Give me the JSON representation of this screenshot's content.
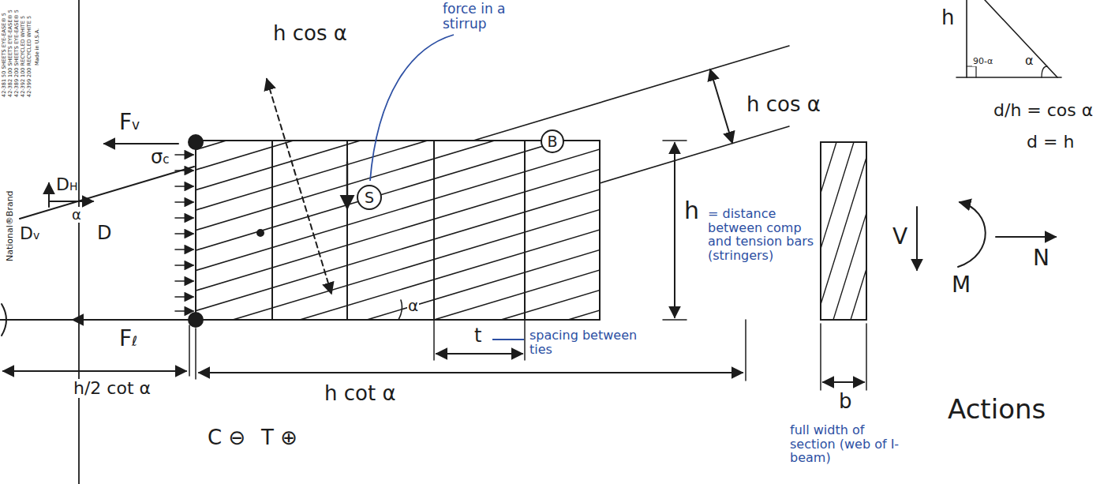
{
  "diagram": {
    "nodes": [
      {
        "text": [
          "S"
        ]
      },
      {
        "text": [
          "B"
        ]
      }
    ],
    "labels": [
      "42-381 50 SHEETS EYE-EASE® 5",
      "42-382 100 SHEETS EYE-EASE® 5",
      "42-389 200 SHEETS EYE-EASE® 5",
      "42-392 100 RECYCLED WHITE 5",
      "42-399 200 RECYCLED WHITE 5",
      "Made in U.S.A.",
      "National®Brand",
      "force in a stirrup",
      "h cos α",
      "h cos α",
      "h",
      "90-α",
      "α",
      "d/h = cos α",
      "d = h",
      "Fv",
      "σc",
      "DH",
      "Dv",
      "α",
      "D",
      "α",
      "h",
      "= distance between comp and tension bars (stringers)",
      "V",
      "M",
      "N",
      "Fℓ",
      "h/2 cot α",
      "h cot α",
      "t",
      "spacing between ties",
      "b",
      "full width of section (web of I-beam)",
      "Actions",
      "C ⊖",
      "T ⊕"
    ]
  }
}
